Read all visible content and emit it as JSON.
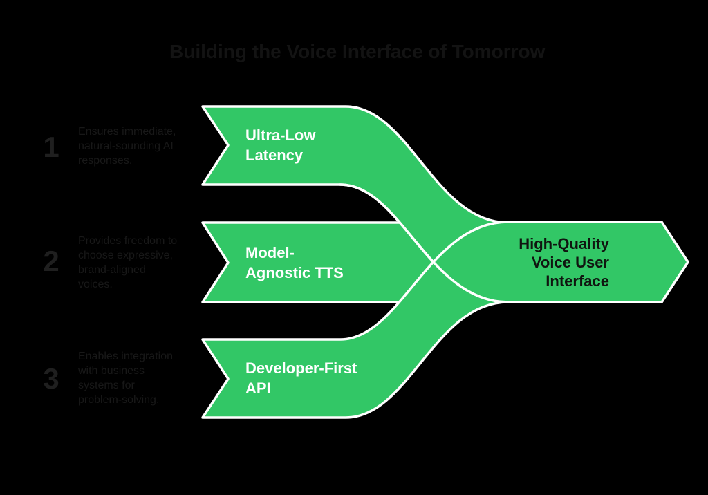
{
  "title": "Building the Voice Interface of Tomorrow",
  "colors": {
    "background": "#000000",
    "band_green": "#32c766",
    "outline": "#ffffff",
    "title_text": "#131313",
    "number_text": "#1f1f1f",
    "desc_text": "#181818",
    "band_label_text": "#ffffff",
    "result_label_text": "#101510"
  },
  "steps": [
    {
      "number": "1",
      "description": "Ensures immediate,\nnatural-sounding AI\nresponses.",
      "label": "Ultra-Low\nLatency"
    },
    {
      "number": "2",
      "description": "Provides freedom to\nchoose expressive,\nbrand-aligned\nvoices.",
      "label": "Model-\nAgnostic TTS"
    },
    {
      "number": "3",
      "description": "Enables integration\nwith business\nsystems for\nproblem-solving.",
      "label": "Developer-First\nAPI"
    }
  ],
  "result": {
    "label": "High-Quality\nVoice User\nInterface"
  }
}
